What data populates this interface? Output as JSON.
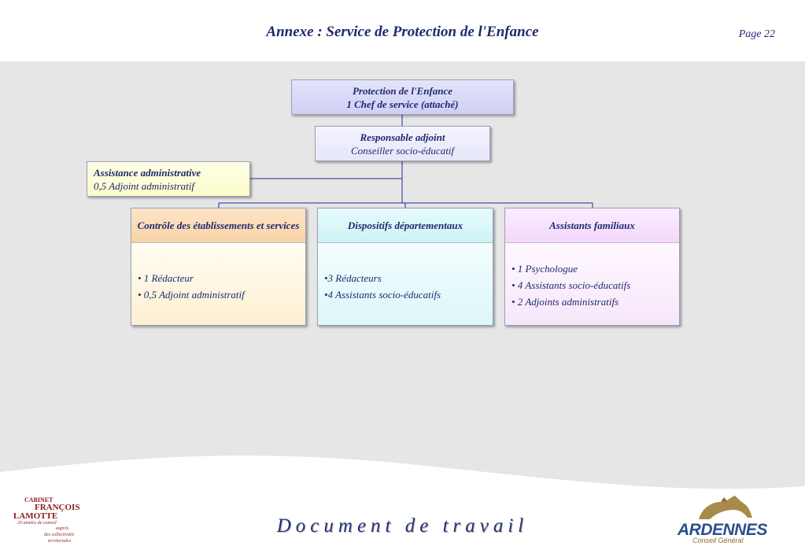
{
  "header": {
    "title": "Annexe : Service de Protection de l'Enfance",
    "page": "Page 22"
  },
  "org": {
    "top": {
      "line1": "Protection de l'Enfance",
      "line2": "1 Chef de service (attaché)"
    },
    "deputy": {
      "line1": "Responsable adjoint",
      "line2": "Conseiller socio-éducatif"
    },
    "assistance": {
      "line1": "Assistance administrative",
      "line2": "0,5 Adjoint administratif"
    },
    "columns": [
      {
        "title": "Contrôle des établissements et services",
        "items": [
          "• 1 Rédacteur",
          "• 0,5 Adjoint administratif"
        ]
      },
      {
        "title": "Dispositifs départementaux",
        "items": [
          "•3 Rédacteurs",
          "•4 Assistants socio-éducatifs"
        ]
      },
      {
        "title": "Assistants familiaux",
        "items": [
          "• 1 Psychologue",
          "• 4 Assistants socio-éducatifs",
          "• 2 Adjoints administratifs"
        ]
      }
    ]
  },
  "footer": {
    "label": "Document de travail",
    "logo_left": {
      "line1": "CABINET",
      "line2": "FRANÇOIS",
      "line3": "LAMOTTE",
      "line4": "20 années de conseil",
      "line5": "auprès",
      "line6": "des collectivités",
      "line7": "territoriales"
    },
    "logo_right": {
      "brand": "ARDENNES",
      "sub": "Conseil Général"
    }
  },
  "colors": {
    "text": "#1f2a6e",
    "background": "#e6e6e6",
    "logo_left": "#8b1a1a",
    "logo_right": "#2b4f8c"
  }
}
